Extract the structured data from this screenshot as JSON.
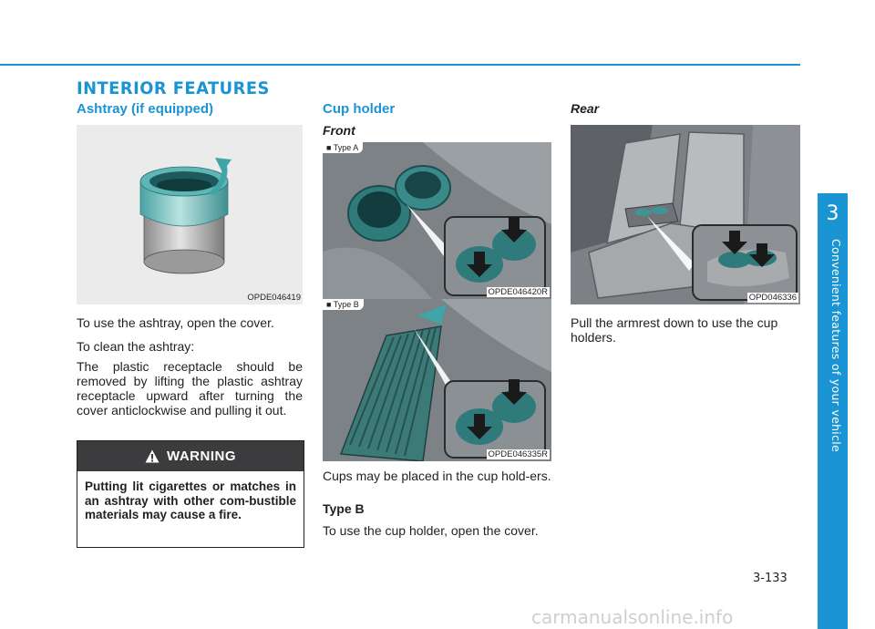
{
  "header": {
    "section_title": "INTERIOR FEATURES"
  },
  "ashtray": {
    "heading": "Ashtray (if equipped)",
    "figure_code": "OPDE046419",
    "p1": "To use the ashtray, open the cover.",
    "p2": "To clean the ashtray:",
    "p3": "The plastic receptacle should be removed by lifting the plastic ashtray receptacle upward after turning the cover anticlockwise and pulling it out."
  },
  "warning": {
    "title": "WARNING",
    "text": "Putting lit cigarettes or matches in an ashtray with other com-bustible materials may cause a fire."
  },
  "cup_holder": {
    "heading": "Cup holder",
    "front_label": "Front",
    "type_a_label": "■ Type A",
    "type_a_code": "OPDE046420R",
    "type_b_label": "■ Type B",
    "type_b_code": "OPDE046335R",
    "p1": "Cups may be placed in the cup hold-ers.",
    "type_b_heading": "Type B",
    "p2": "To use the cup holder, open the cover."
  },
  "rear": {
    "label": "Rear",
    "figure_code": "OPD046336",
    "p1": "Pull the armrest down to use the cup holders."
  },
  "sidebar": {
    "chapter": "3",
    "title": "Convenient features of your vehicle"
  },
  "footer": {
    "page_number": "3-133",
    "watermark": "carmanualsonline.info"
  },
  "colors": {
    "accent": "#1b94d3",
    "warning_head": "#3c3c3e",
    "figure_bg": "#ebebeb"
  }
}
